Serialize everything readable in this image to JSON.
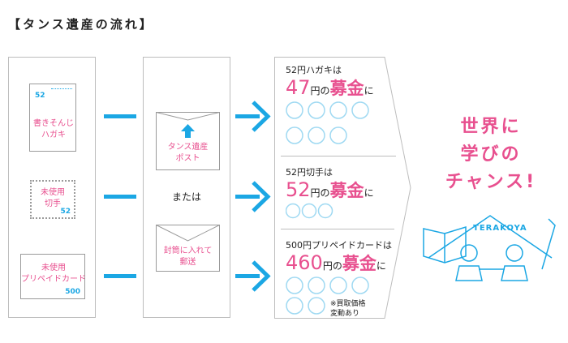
{
  "title": "【タンス遺産の流れ】",
  "items": {
    "postcard": {
      "label_line1": "書きそんじ",
      "label_line2": "ハガキ",
      "stamp_value": "52"
    },
    "stamp": {
      "label_line1": "未使用",
      "label_line2": "切手",
      "value": "52"
    },
    "prepaid_card": {
      "label_line1": "未使用",
      "label_line2": "プリペイドカード",
      "value": "500"
    }
  },
  "middle": {
    "post_box_label_line1": "タンス遺産",
    "post_box_label_line2": "ポスト",
    "or_text": "または",
    "envelope_label_line1": "封筒に入れて",
    "envelope_label_line2": "郵送"
  },
  "donations": [
    {
      "head": "52円ハガキは",
      "amount": "47",
      "unit": "円の",
      "word": "募金",
      "suffix": "に"
    },
    {
      "head": "52円切手は",
      "amount": "52",
      "unit": "円の",
      "word": "募金",
      "suffix": "に"
    },
    {
      "head": "500円プリペイドカードは",
      "amount": "460",
      "unit": "円の",
      "word": "募金",
      "suffix": "に"
    }
  ],
  "note_line1": "※買取価格",
  "note_line2": "変動あり",
  "chance_line1": "世界に",
  "chance_line2": "学びの",
  "chance_line3": "チャンス!",
  "logo_text": "TERAKOYA",
  "colors": {
    "accent_pink": "#e8508f",
    "accent_blue": "#1ba7e4",
    "border_gray": "#bdbdbd"
  }
}
